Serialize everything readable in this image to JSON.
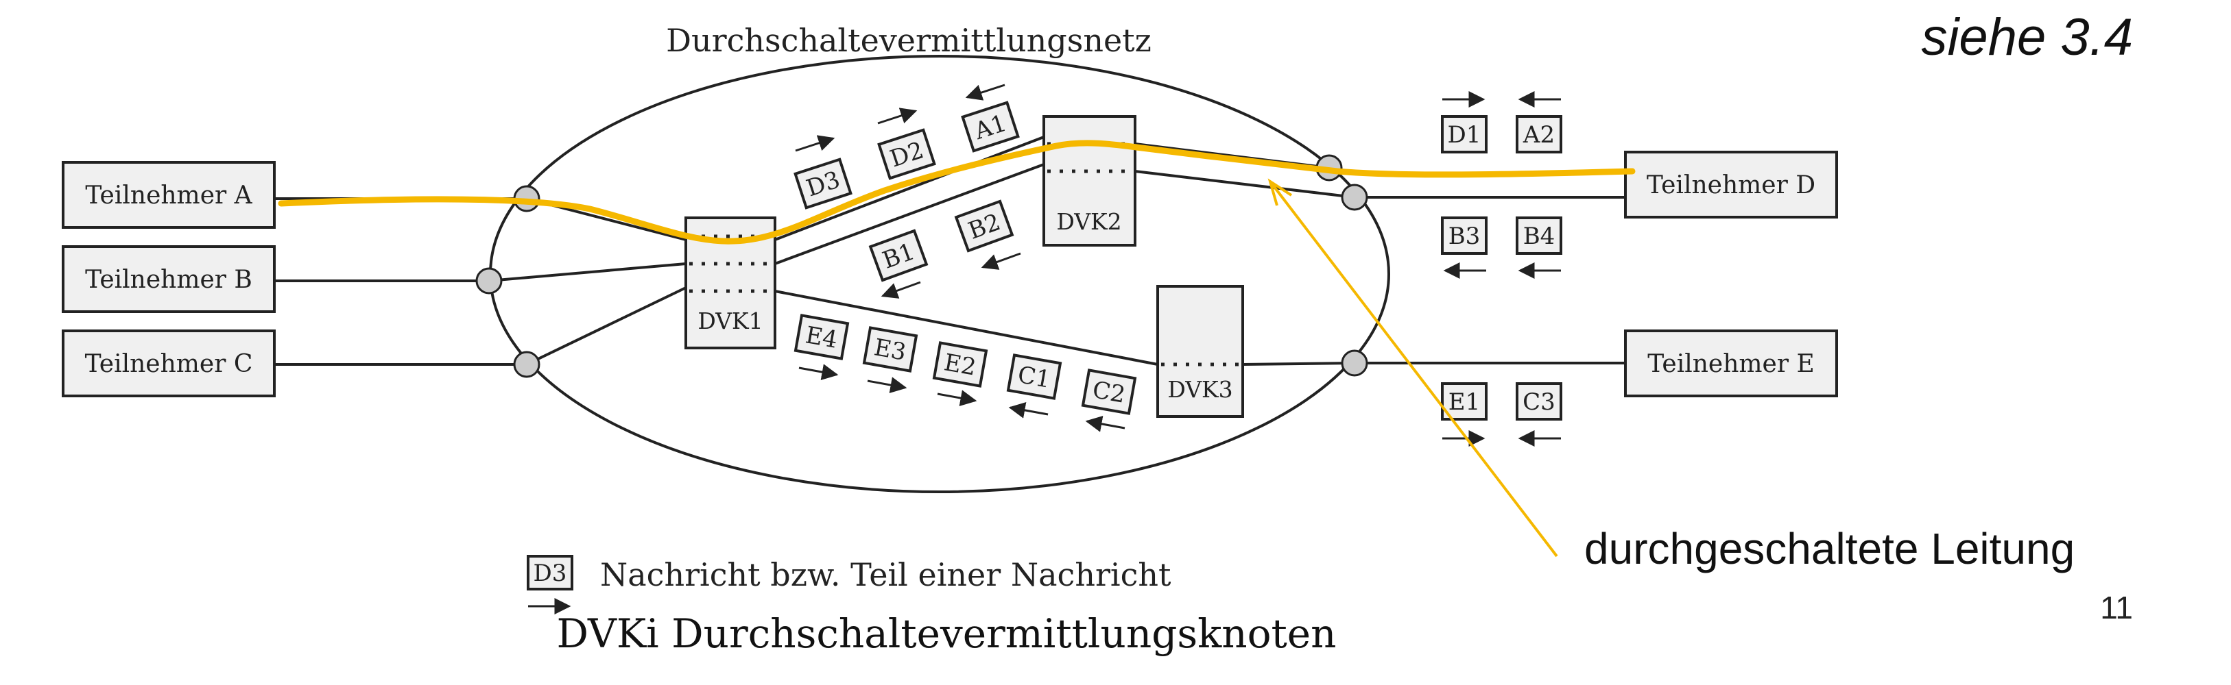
{
  "title": "Durchschaltevermittlungsnetz",
  "reference": "siehe 3.4",
  "page_number": "11",
  "callout": "durchgeschaltete Leitung",
  "subscribers": [
    "Teilnehmer A",
    "Teilnehmer B",
    "Teilnehmer C",
    "Teilnehmer D",
    "Teilnehmer E"
  ],
  "nodes": [
    "DVK1",
    "DVK2",
    "DVK3"
  ],
  "packets_top": [
    "D3",
    "D2",
    "A1"
  ],
  "packets_mid": [
    "B1",
    "B2"
  ],
  "packets_bottom": [
    "E4",
    "E3",
    "E2",
    "C1",
    "C2"
  ],
  "packets_right_d": [
    "D1",
    "A2",
    "B3",
    "B4"
  ],
  "packets_right_e": [
    "E1",
    "C3"
  ],
  "legend": {
    "packet": "D3",
    "text": "Nachricht bzw. Teil einer Nachricht",
    "footer": "DVKi Durchschaltevermittlungsknoten"
  },
  "colors": {
    "highlight": "#f5b800",
    "box_fill": "#f0f0f0",
    "port_fill": "#cccccc",
    "line": "#222222"
  }
}
